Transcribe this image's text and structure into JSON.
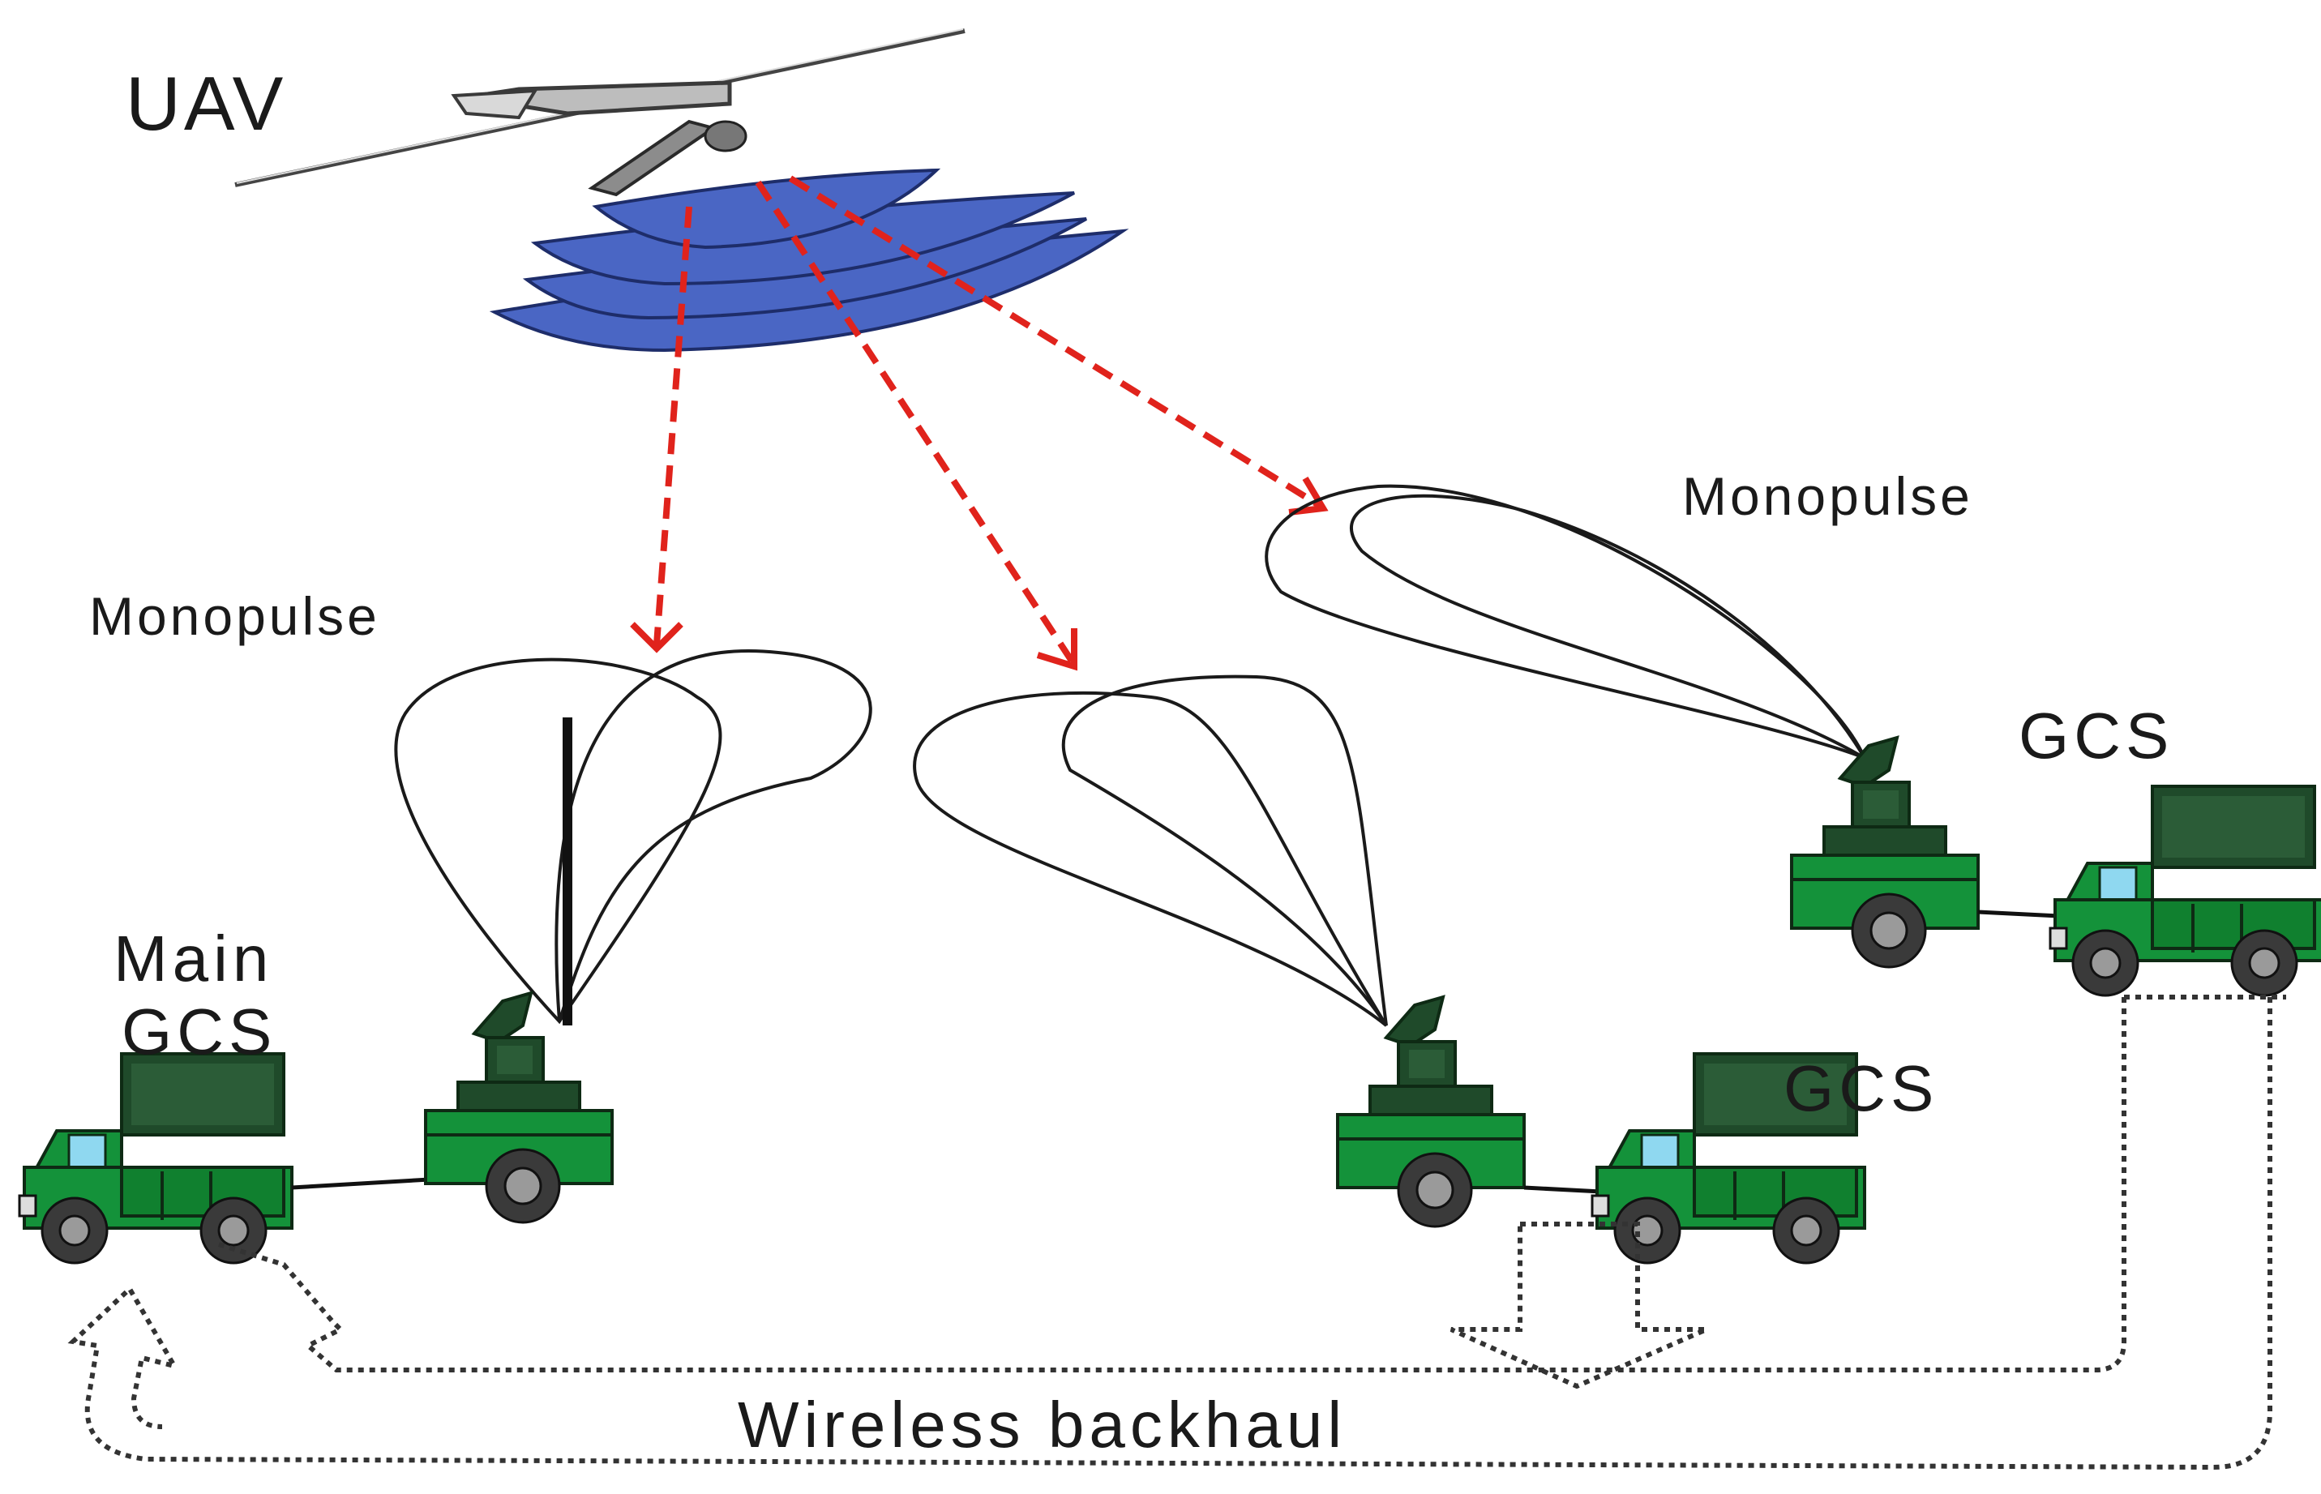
{
  "labels": {
    "uav": "UAV",
    "monopulse_left": "Monopulse",
    "monopulse_right": "Monopulse",
    "main_gcs_line1": "Main",
    "main_gcs_line2": "GCS",
    "gcs_middle": "GCS",
    "gcs_right": "GCS",
    "wireless_backhaul": "Wireless backhaul"
  },
  "colors": {
    "ray": "#e0231c",
    "sector": "#4a66c4",
    "vehicle_green": "#14923a",
    "vehicle_dark": "#1f4a2a",
    "line": "#1a1a1a"
  },
  "icons": [
    "uav-icon",
    "antenna-sector-icon",
    "truck-icon",
    "antenna-trailer-icon",
    "arrow-icon"
  ]
}
